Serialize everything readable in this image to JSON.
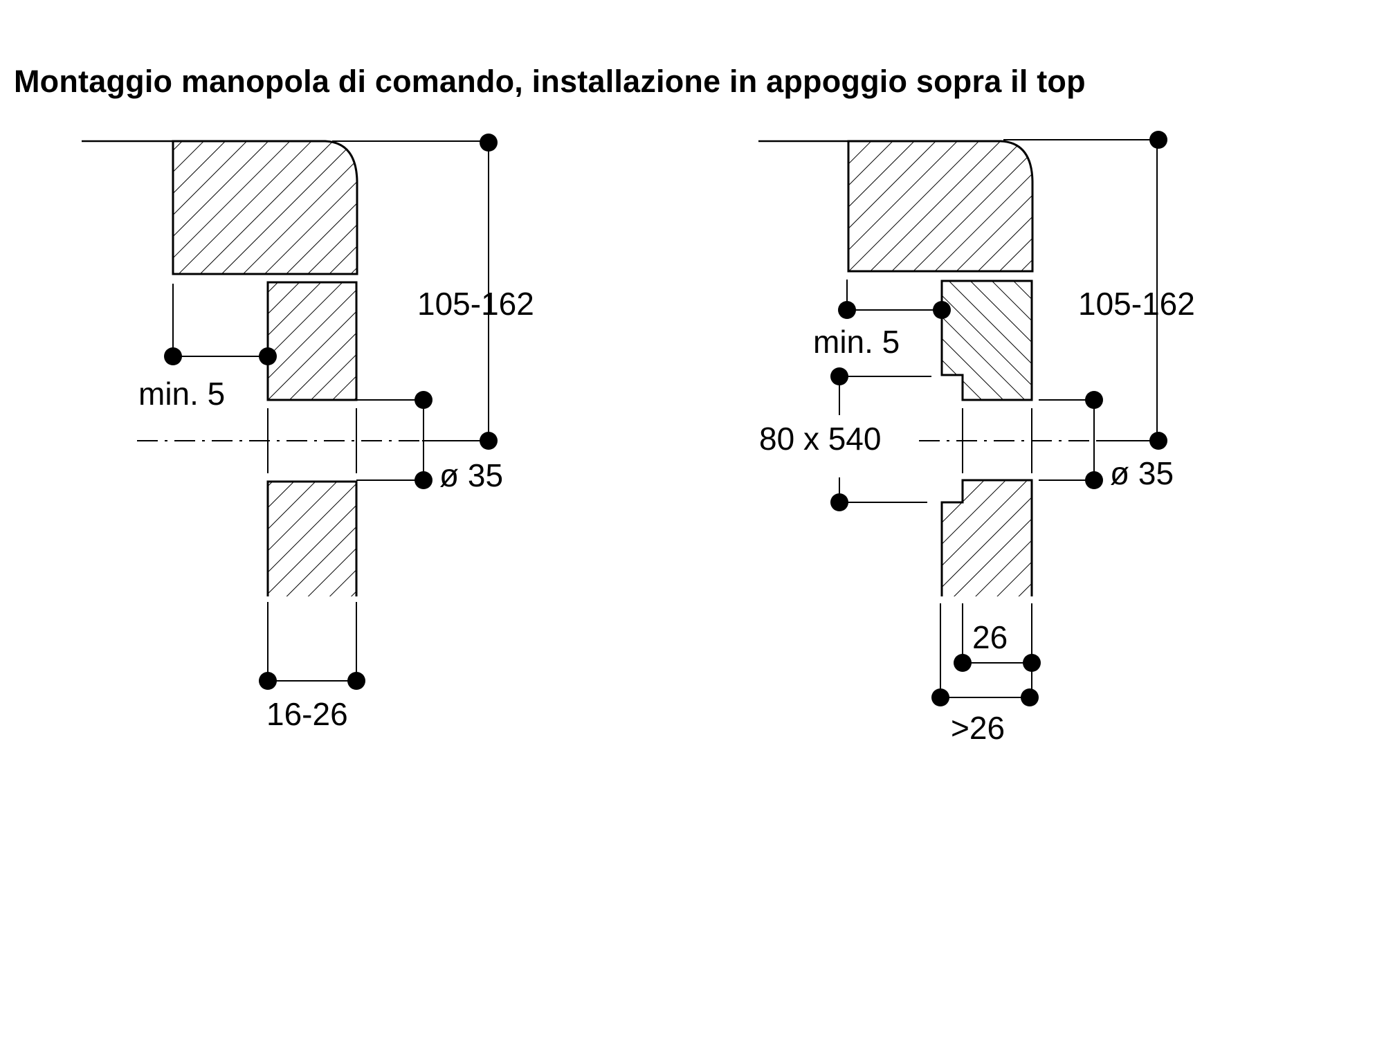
{
  "title": "Montaggio manopola di comando, installazione in appoggio sopra il top",
  "left_diagram": {
    "height_range": "105-162",
    "min_offset": "min. 5",
    "hole_diameter": "ø 35",
    "panel_thickness": "16-26"
  },
  "right_diagram": {
    "height_range": "105-162",
    "min_offset": "min. 5",
    "cutout_size": "80 x 540",
    "hole_diameter": "ø 35",
    "inner_thickness": "26",
    "outer_thickness": ">26"
  }
}
